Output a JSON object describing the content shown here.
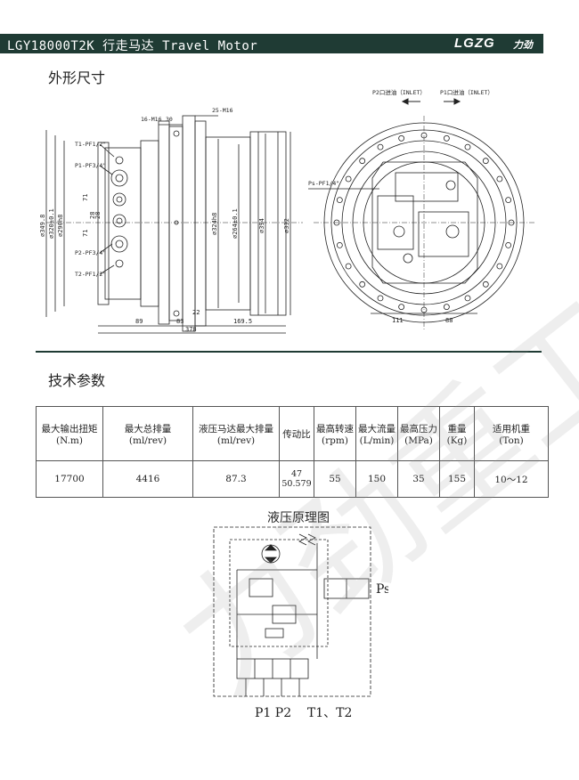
{
  "header": {
    "title": "LGY18000T2K 行走马达  Travel Motor",
    "logo": "LGZG",
    "logo_suffix": "力劲"
  },
  "sections": {
    "dimensions_title": "外形尺寸",
    "specs_title": "技术参数",
    "schematic_title": "液压原理图"
  },
  "drawing": {
    "side_view": {
      "labels_left": [
        "T1-PF1/2\"",
        "P1-PF3/4\"",
        "P2-PF3/4\"",
        "T2-PF1/2\""
      ],
      "labels_top": [
        "16-M16",
        "30",
        "25-M16"
      ],
      "dia_labels": [
        "∅349.8",
        "∅320±0.1",
        "∅290h8",
        "∅324h8",
        "∅264±0.1",
        "∅394",
        "∅332"
      ],
      "inner_labels": [
        "71",
        "28",
        "28",
        "71"
      ],
      "bottom_dims": [
        "89",
        "83",
        "22",
        "169.5",
        "378"
      ]
    },
    "front_view": {
      "inlet_p2": "P2口进油（INLET）",
      "inlet_p1": "P1口进油（INLET）",
      "ps_label": "Ps-PF1/4\"",
      "bottom_dims": [
        "111",
        "88"
      ]
    }
  },
  "specs": {
    "headers": [
      [
        "最大输出扭矩",
        "(N.m)"
      ],
      [
        "最大总排量",
        "(ml/rev)"
      ],
      [
        "液压马达最大排量",
        "(ml/rev)"
      ],
      [
        "传动比",
        ""
      ],
      [
        "最高转速",
        "(rpm)"
      ],
      [
        "最大流量",
        "(L/min)"
      ],
      [
        "最高压力",
        "(MPa)"
      ],
      [
        "重量",
        "(Kg)"
      ],
      [
        "适用机重",
        "(Ton)"
      ]
    ],
    "values": [
      "17700",
      "4416",
      "87.3",
      "47\n50.579",
      "55",
      "150",
      "35",
      "155",
      "10～12"
    ]
  },
  "schematic": {
    "port_ps": "Ps",
    "bottom_ports": "P1 P2    T1、T2"
  },
  "watermark": "力劲重工"
}
